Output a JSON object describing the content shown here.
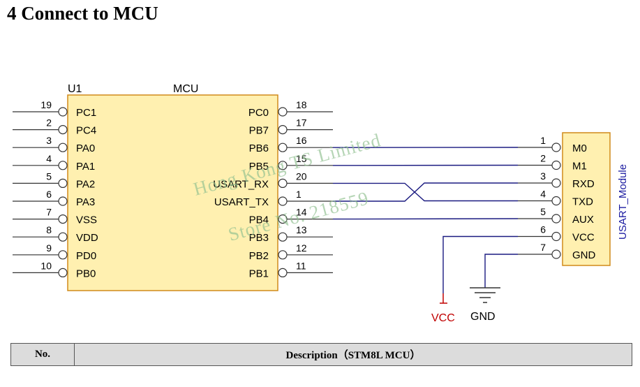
{
  "title": "4 Connect to MCU",
  "mcu": {
    "ref": "U1",
    "name": "MCU",
    "left_pins": [
      {
        "num": "19",
        "label": "PC1"
      },
      {
        "num": "2",
        "label": "PC4"
      },
      {
        "num": "3",
        "label": "PA0"
      },
      {
        "num": "4",
        "label": "PA1"
      },
      {
        "num": "5",
        "label": "PA2"
      },
      {
        "num": "6",
        "label": "PA3"
      },
      {
        "num": "7",
        "label": "VSS"
      },
      {
        "num": "8",
        "label": "VDD"
      },
      {
        "num": "9",
        "label": "PD0"
      },
      {
        "num": "10",
        "label": "PB0"
      }
    ],
    "right_pins": [
      {
        "num": "18",
        "label": "PC0"
      },
      {
        "num": "17",
        "label": "PB7"
      },
      {
        "num": "16",
        "label": "PB6"
      },
      {
        "num": "15",
        "label": "PB5"
      },
      {
        "num": "20",
        "label": "USART_RX"
      },
      {
        "num": "1",
        "label": "USART_TX"
      },
      {
        "num": "14",
        "label": "PB4"
      },
      {
        "num": "13",
        "label": "PB3"
      },
      {
        "num": "12",
        "label": "PB2"
      },
      {
        "num": "11",
        "label": "PB1"
      }
    ]
  },
  "module": {
    "name": "USART_Module",
    "pins": [
      {
        "num": "1",
        "label": "M0"
      },
      {
        "num": "2",
        "label": "M1"
      },
      {
        "num": "3",
        "label": "RXD"
      },
      {
        "num": "4",
        "label": "TXD"
      },
      {
        "num": "5",
        "label": "AUX"
      },
      {
        "num": "6",
        "label": "VCC"
      },
      {
        "num": "7",
        "label": "GND"
      }
    ]
  },
  "supplies": {
    "vcc": "VCC",
    "gnd": "GND"
  },
  "watermark": {
    "line1": "Hong Kong TS Limited",
    "line2": "Store No. 218559"
  },
  "table": {
    "col1": "No.",
    "col2": "Description（STM8L MCU）"
  },
  "colors": {
    "chip_fill": "#fff0b0",
    "chip_border": "#d08a1a",
    "wire": "#1a1a80",
    "vcc_symbol": "#c00000",
    "table_bg": "#dcdcdc"
  }
}
